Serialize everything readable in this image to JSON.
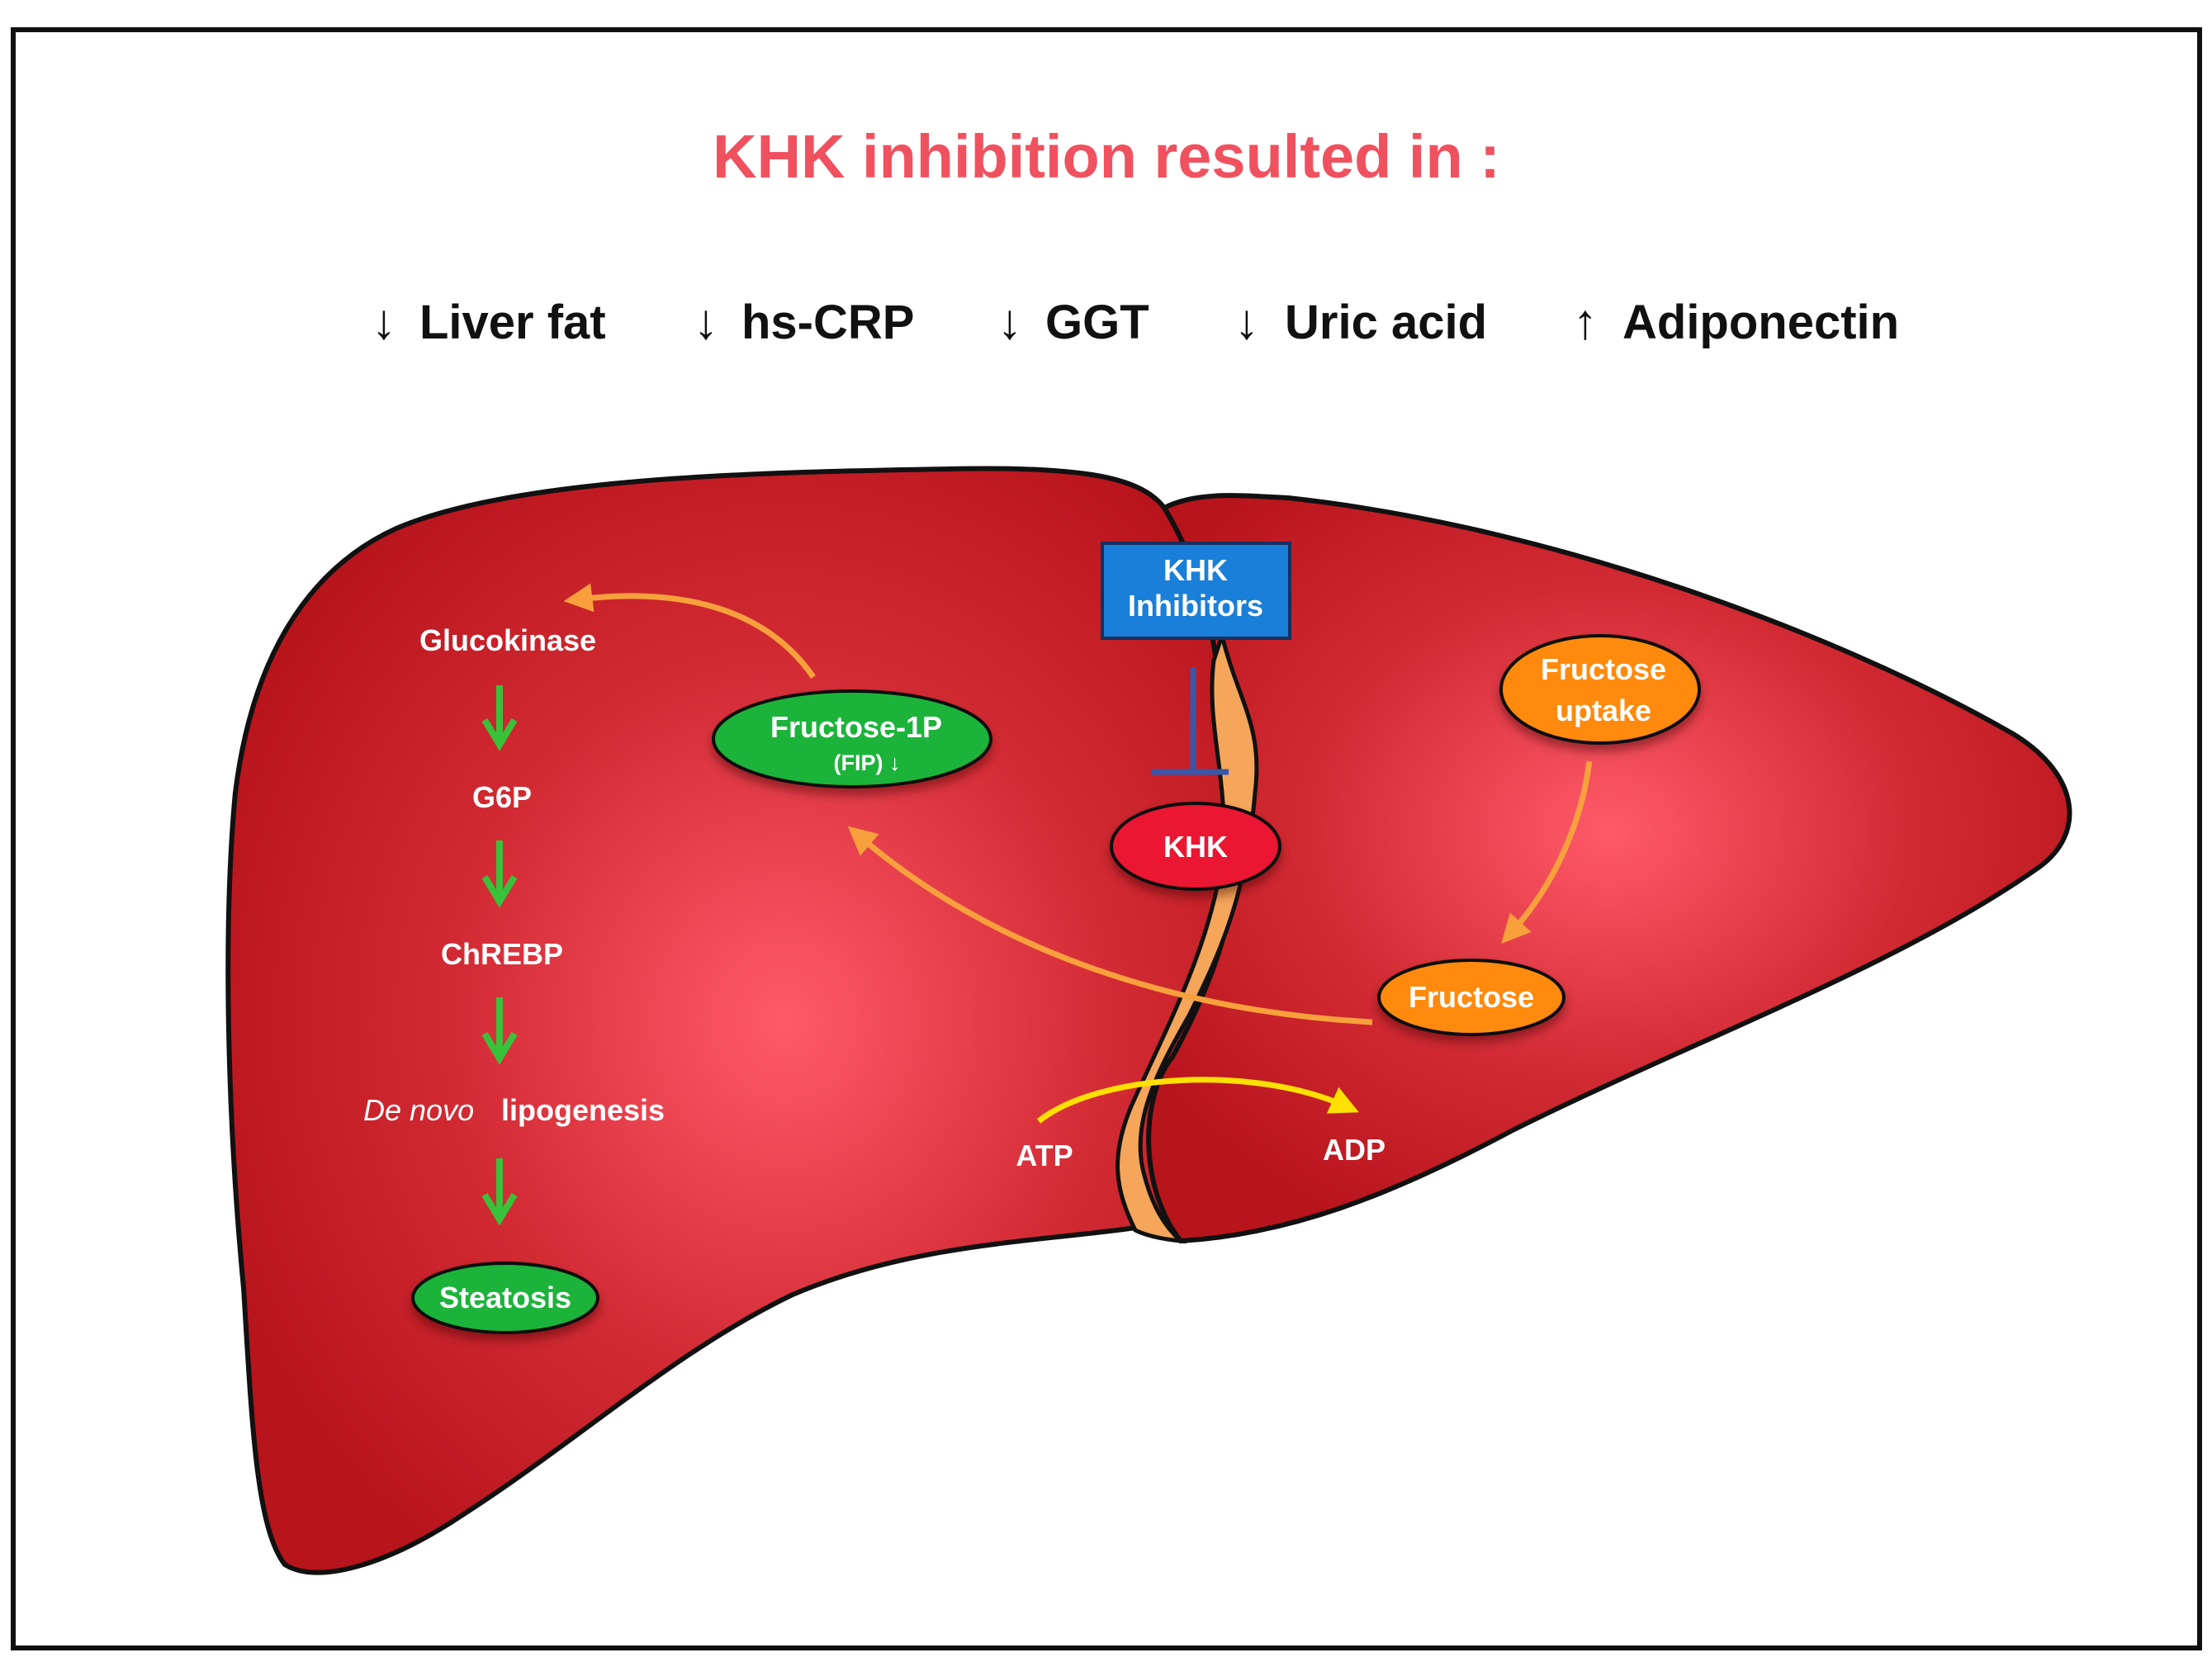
{
  "title": "KHK inhibition resulted in :",
  "effects": [
    {
      "arrow": "↓",
      "label": "Liver fat"
    },
    {
      "arrow": "↓",
      "label": "hs-CRP"
    },
    {
      "arrow": "↓",
      "label": "GGT"
    },
    {
      "arrow": "↓",
      "label": "Uric acid"
    },
    {
      "arrow": "↑",
      "label": "Adiponectin"
    }
  ],
  "pathway": {
    "glucokinase": "Glucokinase",
    "g6p": "G6P",
    "chrebp": "ChREBP",
    "de_novo": "De novo",
    "lipogenesis": "lipogenesis",
    "steatosis": "Steatosis"
  },
  "nodes": {
    "f1p_line1": "Fructose-1P",
    "f1p_line2": "(FIP) ↓",
    "khk_inhibitors_line1": "KHK",
    "khk_inhibitors_line2": "Inhibitors",
    "khk": "KHK",
    "uptake_line1": "Fructose",
    "uptake_line2": "uptake",
    "fructose": "Fructose",
    "atp": "ATP",
    "adp": "ADP"
  },
  "colors": {
    "title": "#f0515f",
    "liver": "#b8141c",
    "liver_highlight": "#ff5a6a",
    "ligament": "#f5a65b",
    "green_node": "#1fb33a",
    "orange_node": "#ff8a0a",
    "khk_node": "#ea1530",
    "inhibitor_box": "#1a7fd8",
    "arrow_orange": "#f7a03c",
    "arrow_green": "#38c23a",
    "arrow_yellow": "#ffe000",
    "inhibit_line": "#3a56a8"
  }
}
